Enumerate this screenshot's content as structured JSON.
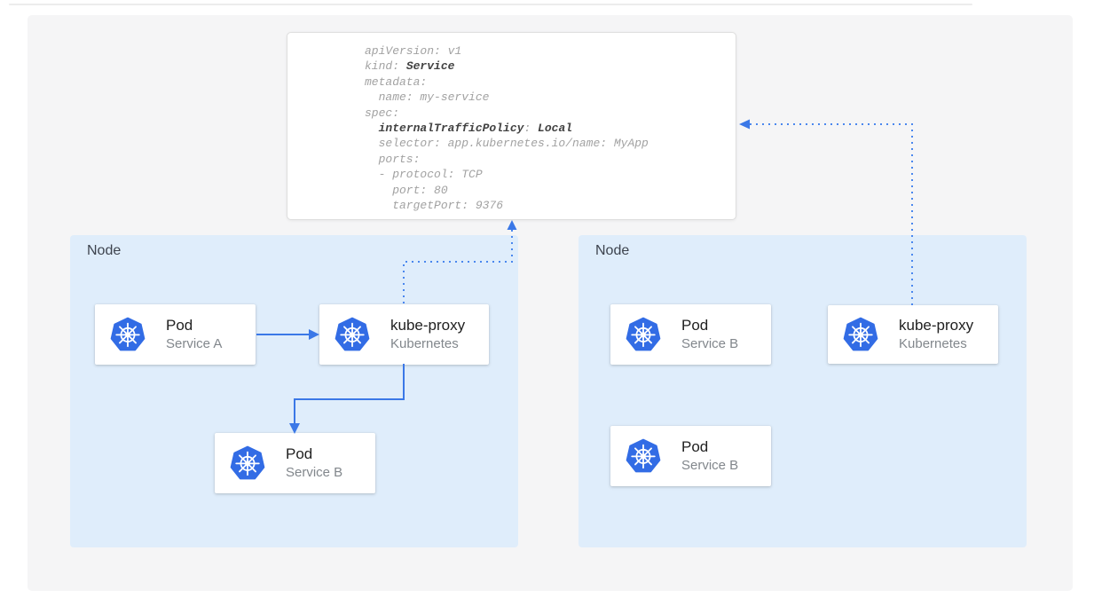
{
  "yaml": {
    "lines": [
      [
        {
          "t": "apiVersion: v1",
          "b": false
        }
      ],
      [
        {
          "t": "kind: ",
          "b": false
        },
        {
          "t": "Service",
          "b": true
        }
      ],
      [
        {
          "t": "metadata:",
          "b": false
        }
      ],
      [
        {
          "t": "  name: my-service",
          "b": false
        }
      ],
      [
        {
          "t": "spec:",
          "b": false
        }
      ],
      [
        {
          "t": "  ",
          "b": false
        },
        {
          "t": "internalTrafficPolicy",
          "b": true
        },
        {
          "t": ": ",
          "b": false
        },
        {
          "t": "Local",
          "b": true
        }
      ],
      [
        {
          "t": "  selector: app.kubernetes.io/name: MyApp",
          "b": false
        }
      ],
      [
        {
          "t": "  ports:",
          "b": false
        }
      ],
      [
        {
          "t": "  - protocol: TCP",
          "b": false
        }
      ],
      [
        {
          "t": "    port: 80",
          "b": false
        }
      ],
      [
        {
          "t": "    targetPort: 9376",
          "b": false
        }
      ]
    ]
  },
  "nodes": [
    {
      "label": "Node",
      "cards": [
        {
          "title": "Pod",
          "subtitle": "Service A"
        },
        {
          "title": "kube-proxy",
          "subtitle": "Kubernetes"
        },
        {
          "title": "Pod",
          "subtitle": "Service B"
        }
      ]
    },
    {
      "label": "Node",
      "cards": [
        {
          "title": "Pod",
          "subtitle": "Service B"
        },
        {
          "title": "kube-proxy",
          "subtitle": "Kubernetes"
        },
        {
          "title": "Pod",
          "subtitle": "Service B"
        }
      ]
    }
  ],
  "colors": {
    "solid_arrow": "#3B78E7",
    "dotted_arrow": "#4A87EE",
    "kubernetes_icon": "#326CE5",
    "node_fill": "#DFEDFB",
    "canvas_bg": "#F5F5F6"
  }
}
